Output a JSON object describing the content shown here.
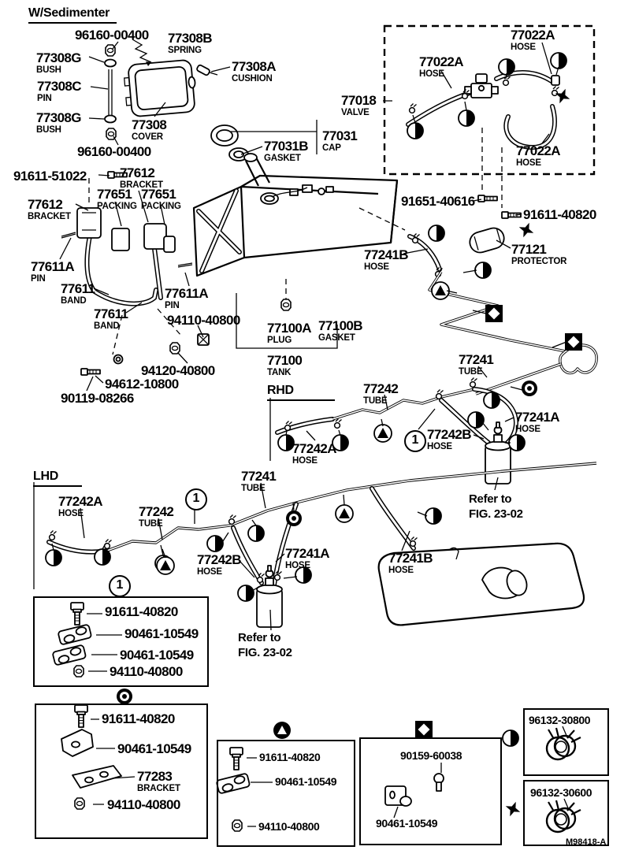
{
  "page": {
    "header": "W/Sedimenter",
    "drawing_code": "M98418-A",
    "circled_marker": "1",
    "notes": {
      "line1": "Refer to",
      "line2": "FIG. 23-02"
    }
  },
  "sections": {
    "cover": {
      "items": [
        {
          "num": "96160-00400"
        },
        {
          "num": "77308B",
          "name": "SPRING"
        },
        {
          "num": "77308G",
          "name": "BUSH"
        },
        {
          "num": "77308C",
          "name": "PIN"
        },
        {
          "num": "77308A",
          "name": "CUSHION"
        },
        {
          "num": "77308G",
          "name": "BUSH"
        },
        {
          "num": "77308",
          "name": "COVER"
        },
        {
          "num": "96160-00400"
        }
      ]
    },
    "valve": {
      "items": [
        {
          "num": "77022A",
          "name": "HOSE"
        },
        {
          "num": "77022A",
          "name": "HOSE"
        },
        {
          "num": "77018",
          "name": "VALVE"
        },
        {
          "num": "77022A",
          "name": "HOSE"
        }
      ]
    },
    "cap": {
      "items": [
        {
          "num": "77031",
          "name": "CAP"
        },
        {
          "num": "77031B",
          "name": "GASKET"
        }
      ]
    },
    "tank": {
      "items": [
        {
          "num": "91611-51022"
        },
        {
          "num": "77612",
          "name": "BRACKET"
        },
        {
          "num": "77651",
          "name": "PACKING"
        },
        {
          "num": "77651",
          "name": "PACKING"
        },
        {
          "num": "77612",
          "name": "BRACKET"
        },
        {
          "num": "77611A",
          "name": "PIN"
        },
        {
          "num": "77611",
          "name": "BAND"
        },
        {
          "num": "77611A",
          "name": "PIN"
        },
        {
          "num": "77611",
          "name": "BAND"
        },
        {
          "num": "94110-40800"
        },
        {
          "num": "77100A",
          "name": "PLUG"
        },
        {
          "num": "77100B",
          "name": "GASKET"
        },
        {
          "num": "77100",
          "name": "TANK"
        },
        {
          "num": "94120-40800"
        },
        {
          "num": "94612-10800"
        },
        {
          "num": "90119-08266"
        },
        {
          "num": "91651-40616"
        },
        {
          "num": "91611-40820"
        },
        {
          "num": "77241B",
          "name": "HOSE"
        },
        {
          "num": "77121",
          "name": "PROTECTOR"
        }
      ]
    },
    "rhd": {
      "heading": "RHD",
      "items": [
        {
          "num": "77241",
          "name": "TUBE"
        },
        {
          "num": "77242",
          "name": "TUBE"
        },
        {
          "num": "77242A",
          "name": "HOSE"
        },
        {
          "num": "77242B",
          "name": "HOSE"
        },
        {
          "num": "77241A",
          "name": "HOSE"
        }
      ]
    },
    "lhd": {
      "heading": "LHD",
      "items": [
        {
          "num": "77242A",
          "name": "HOSE"
        },
        {
          "num": "77242",
          "name": "TUBE"
        },
        {
          "num": "77241",
          "name": "TUBE"
        },
        {
          "num": "77242B",
          "name": "HOSE"
        },
        {
          "num": "77241A",
          "name": "HOSE"
        },
        {
          "num": "77241B",
          "name": "HOSE"
        }
      ]
    },
    "boxes": {
      "box1": {
        "items": [
          {
            "num": "91611-40820"
          },
          {
            "num": "90461-10549"
          },
          {
            "num": "90461-10549"
          },
          {
            "num": "94110-40800"
          }
        ]
      },
      "box2": {
        "items": [
          {
            "num": "91611-40820"
          },
          {
            "num": "90461-10549"
          },
          {
            "num": "77283",
            "name": "BRACKET"
          },
          {
            "num": "94110-40800"
          }
        ]
      },
      "box3": {
        "items": [
          {
            "num": "91611-40820"
          },
          {
            "num": "90461-10549"
          },
          {
            "num": "94110-40800"
          }
        ]
      },
      "box4": {
        "items": [
          {
            "num": "90159-60038"
          },
          {
            "num": "90461-10549"
          }
        ]
      },
      "box5": {
        "items": [
          {
            "num": "96132-30800"
          }
        ]
      },
      "box6": {
        "items": [
          {
            "num": "96132-30600"
          }
        ]
      }
    }
  }
}
